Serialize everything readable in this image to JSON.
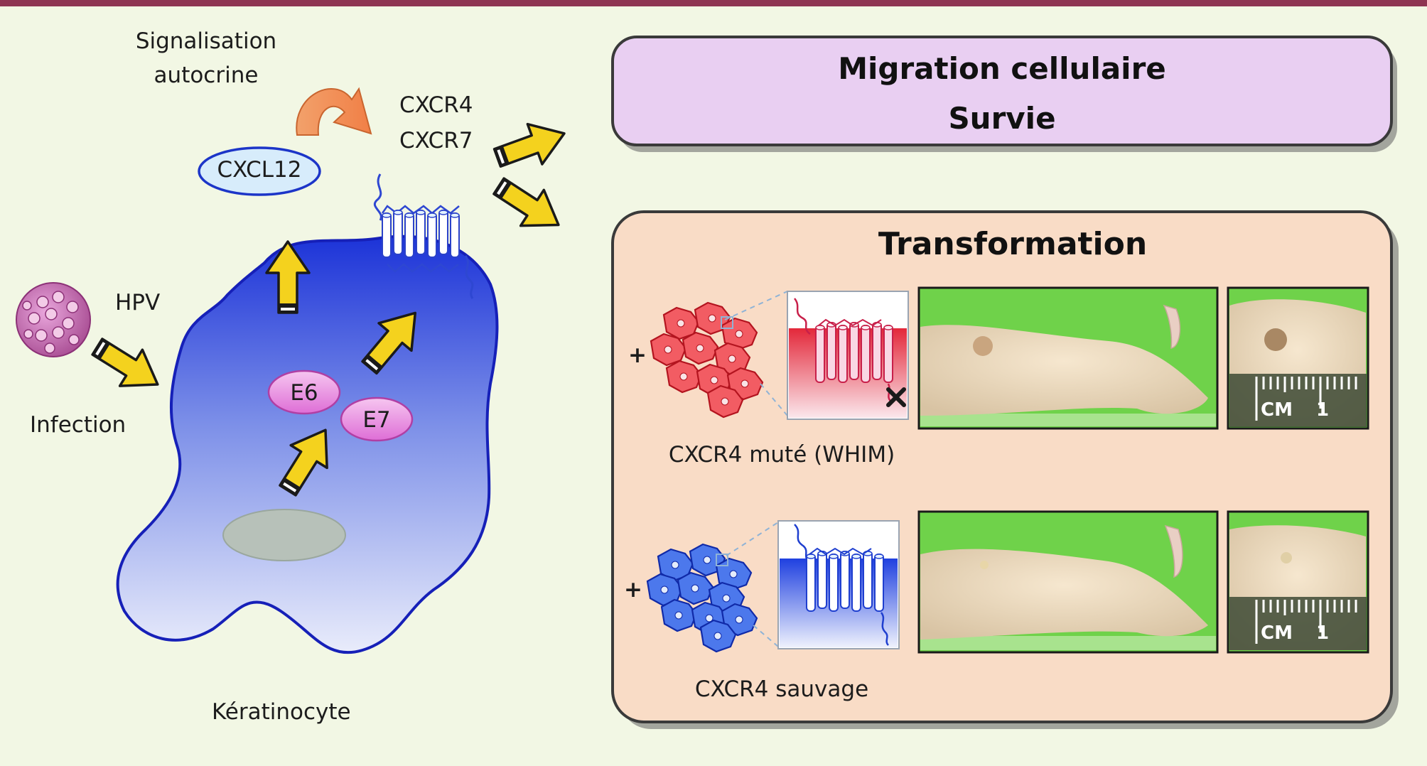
{
  "labels": {
    "signalisation": "Signalisation",
    "autocrine": "autocrine",
    "cxcl12": "CXCL12",
    "cxcr4": "CXCR4",
    "cxcr7": "CXCR7",
    "hpv": "HPV",
    "infection": "Infection",
    "e6": "E6",
    "e7": "E7",
    "keratinocyte": "Kératinocyte"
  },
  "top_panel": {
    "line1": "Migration cellulaire",
    "line2": "Survie"
  },
  "bottom_panel": {
    "title": "Transformation",
    "row1_caption": "CXCR4 muté (WHIM)",
    "row2_caption": "CXCR4 sauvage",
    "plus": "+",
    "scale_unit": "CM",
    "scale_number": "1"
  },
  "colors": {
    "header_bar": "#8e3552",
    "background": "#f2f7e4",
    "cell_blue": "#3c55e0",
    "arrow_yellow": "#f4d21e",
    "top_panel_fill": "#e9cff2",
    "bottom_panel_fill": "#f9dcc6",
    "mutant_red": "#e8323e",
    "photo_green": "#6fd24a"
  }
}
